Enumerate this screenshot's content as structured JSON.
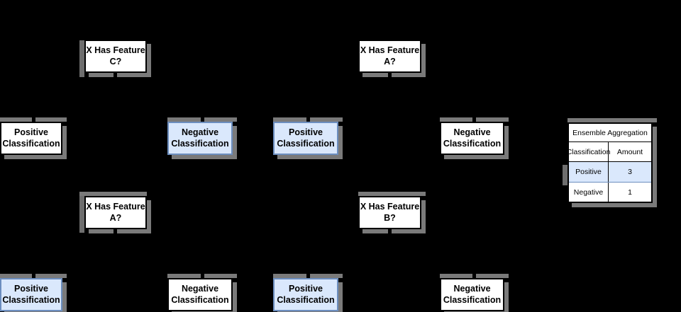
{
  "diagram": {
    "trees": [
      {
        "question": "X Has Feature C?",
        "leaves": [
          {
            "label": "Positive Classification",
            "highlighted": false
          },
          {
            "label": "Negative Classification",
            "highlighted": true
          }
        ]
      },
      {
        "question": "X Has Feature A?",
        "leaves": [
          {
            "label": "Positive Classification",
            "highlighted": true
          },
          {
            "label": "Negative Classification",
            "highlighted": false
          }
        ]
      },
      {
        "question": "X Has Feature A?",
        "leaves": [
          {
            "label": "Positive Classification",
            "highlighted": true
          },
          {
            "label": "Negative Classification",
            "highlighted": false
          }
        ]
      },
      {
        "question": "X Has Feature B?",
        "leaves": [
          {
            "label": "Positive Classification",
            "highlighted": true
          },
          {
            "label": "Negative Classification",
            "highlighted": false
          }
        ]
      }
    ]
  },
  "aggregation_table": {
    "title": "Ensemble Aggregation",
    "columns": [
      "Classification",
      "Amount"
    ],
    "rows": [
      {
        "classification": "Positive",
        "amount": "3",
        "highlighted": true
      },
      {
        "classification": "Negative",
        "amount": "1",
        "highlighted": false
      }
    ]
  },
  "colors": {
    "background": "#000000",
    "node_fill": "#ffffff",
    "node_border": "#000000",
    "highlight_fill": "#dae8fc",
    "highlight_border": "#6c8ebf",
    "shadow_gray": "#7a7a7a",
    "text": "#000000"
  }
}
